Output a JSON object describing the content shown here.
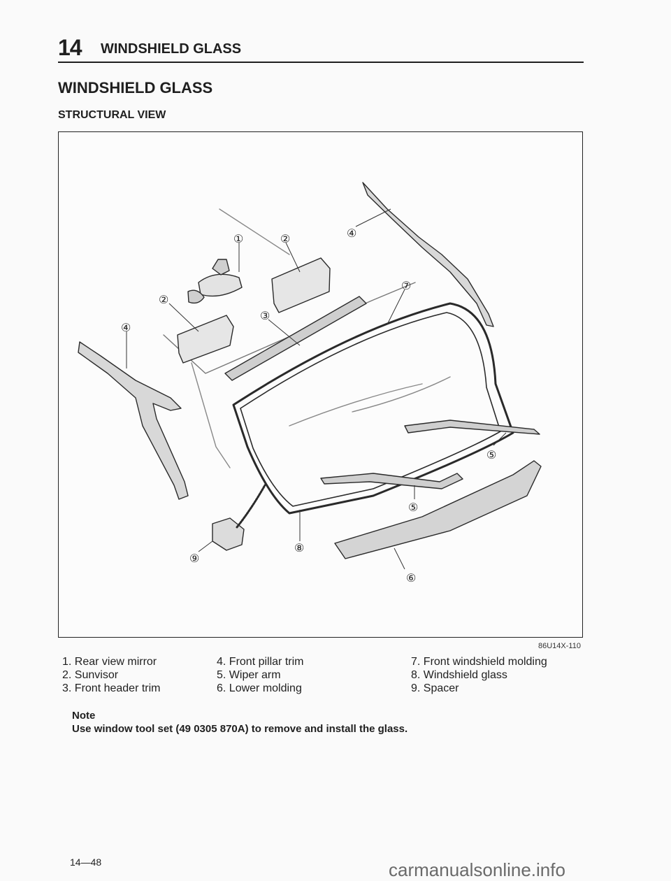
{
  "header": {
    "chapter_number": "14",
    "chapter_title": "WINDSHIELD GLASS"
  },
  "page_title": "WINDSHIELD GLASS",
  "section_title": "STRUCTURAL VIEW",
  "figure": {
    "code": "86U14X-110",
    "callouts": [
      "①",
      "②",
      "②",
      "③",
      "④",
      "④",
      "⑦",
      "⑤",
      "⑤",
      "⑧",
      "⑨",
      "⑥"
    ]
  },
  "legend": {
    "col1": [
      "1. Rear view mirror",
      "2. Sunvisor",
      "3. Front header trim"
    ],
    "col2": [
      "4. Front pillar trim",
      "5. Wiper arm",
      "6. Lower molding"
    ],
    "col3": [
      "7. Front windshield molding",
      "8. Windshield glass",
      "9. Spacer"
    ]
  },
  "note": {
    "label": "Note",
    "text": "Use window tool set (49 0305 870A) to remove and install the glass."
  },
  "footer": {
    "page_number": "14—48",
    "watermark": "carmanualsonline.info"
  }
}
